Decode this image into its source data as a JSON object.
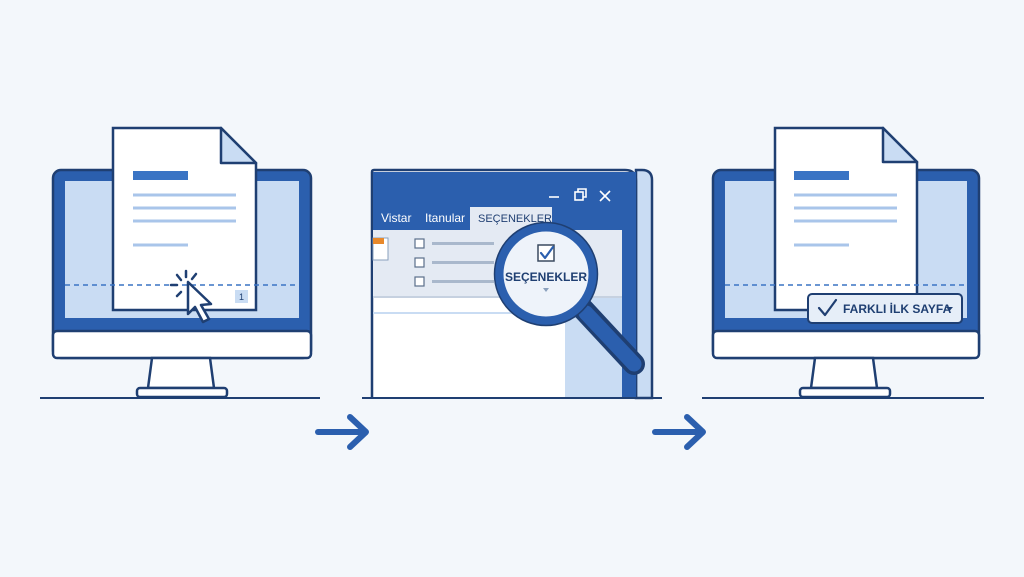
{
  "page_number": "1",
  "ribbon": {
    "tabs": [
      "Vistar",
      "Itanular",
      "SEÇENEKLER"
    ],
    "active_tab": "SEÇENEKLER",
    "window_controls": [
      "minimize-icon",
      "restore-icon",
      "close-icon"
    ]
  },
  "magnifier": {
    "label": "SEÇENEKLER",
    "icons": [
      "checkbox-checked-icon",
      "caret-down-icon"
    ]
  },
  "result_button": {
    "label": "FARKLI İLK SAYFA",
    "icons": [
      "checkmark-icon",
      "caret-down-icon"
    ]
  },
  "step_arrows": [
    "arrow-right-icon",
    "arrow-right-icon"
  ],
  "colors": {
    "background": "#f3f7fb",
    "primary": "#2b5fae",
    "outline": "#1f3f72",
    "light_blue": "#c9dcf3",
    "accent": "#e8892b"
  }
}
